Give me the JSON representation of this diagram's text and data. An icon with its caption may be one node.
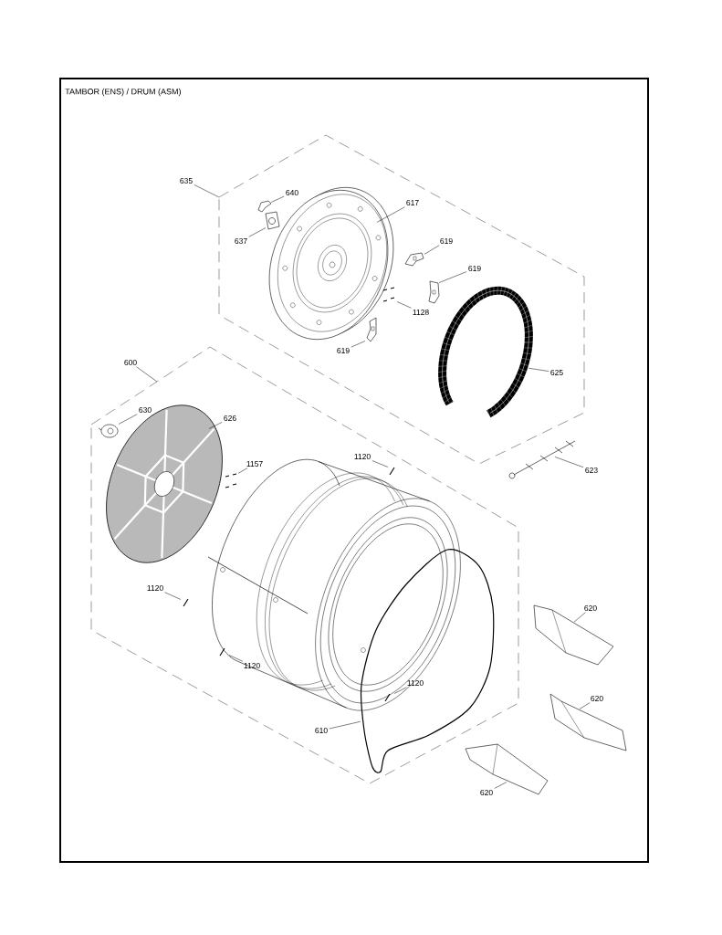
{
  "diagram": {
    "title": "TAMBOR (ENS) / DRUM (ASM)",
    "nodes": [
      {
        "text": [],
        "shape": "hexagon"
      },
      {
        "text": [
          "635"
        ]
      },
      {
        "text": [
          "640"
        ],
        "in": 0
      },
      {
        "text": [],
        "shape": "picture",
        "in": 0
      },
      {
        "text": [
          "617"
        ],
        "in": 0
      },
      {
        "text": [],
        "shape": "picture",
        "in": 0
      },
      {
        "text": [
          "637"
        ],
        "in": 0
      },
      {
        "text": [],
        "shape": "picture",
        "in": 0
      },
      {
        "text": [
          "619"
        ],
        "in": 0
      },
      {
        "text": [],
        "shape": "picture",
        "in": 0
      },
      {
        "text": [
          "619"
        ],
        "in": 0
      },
      {
        "text": [],
        "shape": "picture",
        "in": 0
      },
      {
        "text": [
          "1128"
        ],
        "in": 0
      },
      {
        "text": [],
        "shape": "picture",
        "in": 0
      },
      {
        "text": [
          "619"
        ],
        "in": 0
      },
      {
        "text": [],
        "shape": "picture",
        "in": 0
      },
      {
        "text": [
          "625"
        ],
        "in": 0
      },
      {
        "text": [],
        "shape": "picture",
        "in": 0
      },
      {
        "text": [
          "600"
        ]
      },
      {
        "text": [],
        "shape": "hexagon"
      },
      {
        "text": [
          "630"
        ],
        "in": 19
      },
      {
        "text": [],
        "shape": "picture",
        "in": 19
      },
      {
        "text": [
          "626"
        ],
        "in": 19
      },
      {
        "text": [],
        "shape": "picture",
        "in": 19
      },
      {
        "text": [
          "1157"
        ],
        "in": 19
      },
      {
        "text": [],
        "shape": "picture",
        "in": 19
      },
      {
        "text": [
          "1120"
        ],
        "in": 19
      },
      {
        "text": [],
        "shape": "picture",
        "in": 19
      },
      {
        "text": [
          "623"
        ]
      },
      {
        "text": [],
        "shape": "picture"
      },
      {
        "text": [
          "1120"
        ],
        "in": 19
      },
      {
        "text": [],
        "shape": "picture",
        "in": 19
      },
      {
        "text": [
          "1120"
        ],
        "in": 19
      },
      {
        "text": [],
        "shape": "picture",
        "in": 19
      },
      {
        "text": [
          "1120"
        ],
        "in": 37
      },
      {
        "text": [],
        "shape": "picture",
        "in": 37
      },
      {
        "text": [
          "610"
        ],
        "in": 19
      },
      {
        "text": [],
        "shape": "picture",
        "in": 19
      },
      {
        "text": [
          "620"
        ]
      },
      {
        "text": [],
        "shape": "picture"
      },
      {
        "text": [
          "620"
        ]
      },
      {
        "text": [],
        "shape": "picture"
      },
      {
        "text": [
          "620"
        ]
      },
      {
        "text": [],
        "shape": "picture"
      }
    ],
    "edges": [
      {
        "from": 1,
        "to": 0,
        "arrow": "none"
      },
      {
        "from": 2,
        "to": 3,
        "arrow": "none"
      },
      {
        "from": 4,
        "to": 5,
        "arrow": "none"
      },
      {
        "from": 6,
        "to": 7,
        "arrow": "none"
      },
      {
        "from": 8,
        "to": 9,
        "arrow": "none"
      },
      {
        "from": 10,
        "to": 11,
        "arrow": "none"
      },
      {
        "from": 12,
        "to": 13,
        "arrow": "none"
      },
      {
        "from": 14,
        "to": 15,
        "arrow": "none"
      },
      {
        "from": 16,
        "to": 17,
        "arrow": "none"
      },
      {
        "from": 18,
        "to": 19,
        "arrow": "none"
      },
      {
        "from": 20,
        "to": 21,
        "arrow": "none"
      },
      {
        "from": 22,
        "to": 23,
        "arrow": "none"
      },
      {
        "from": 24,
        "to": 25,
        "arrow": "none"
      },
      {
        "from": 26,
        "to": 27,
        "arrow": "none"
      },
      {
        "from": 28,
        "to": 29,
        "arrow": "none"
      },
      {
        "from": 30,
        "to": 31,
        "arrow": "none"
      },
      {
        "from": 32,
        "to": 33,
        "arrow": "none"
      },
      {
        "from": 34,
        "to": 35,
        "arrow": "none"
      },
      {
        "from": 36,
        "to": 37,
        "arrow": "none"
      },
      {
        "from": 38,
        "to": 39,
        "arrow": "none"
      },
      {
        "from": 40,
        "to": 41,
        "arrow": "none"
      },
      {
        "from": 42,
        "to": 43,
        "arrow": "none"
      }
    ]
  }
}
